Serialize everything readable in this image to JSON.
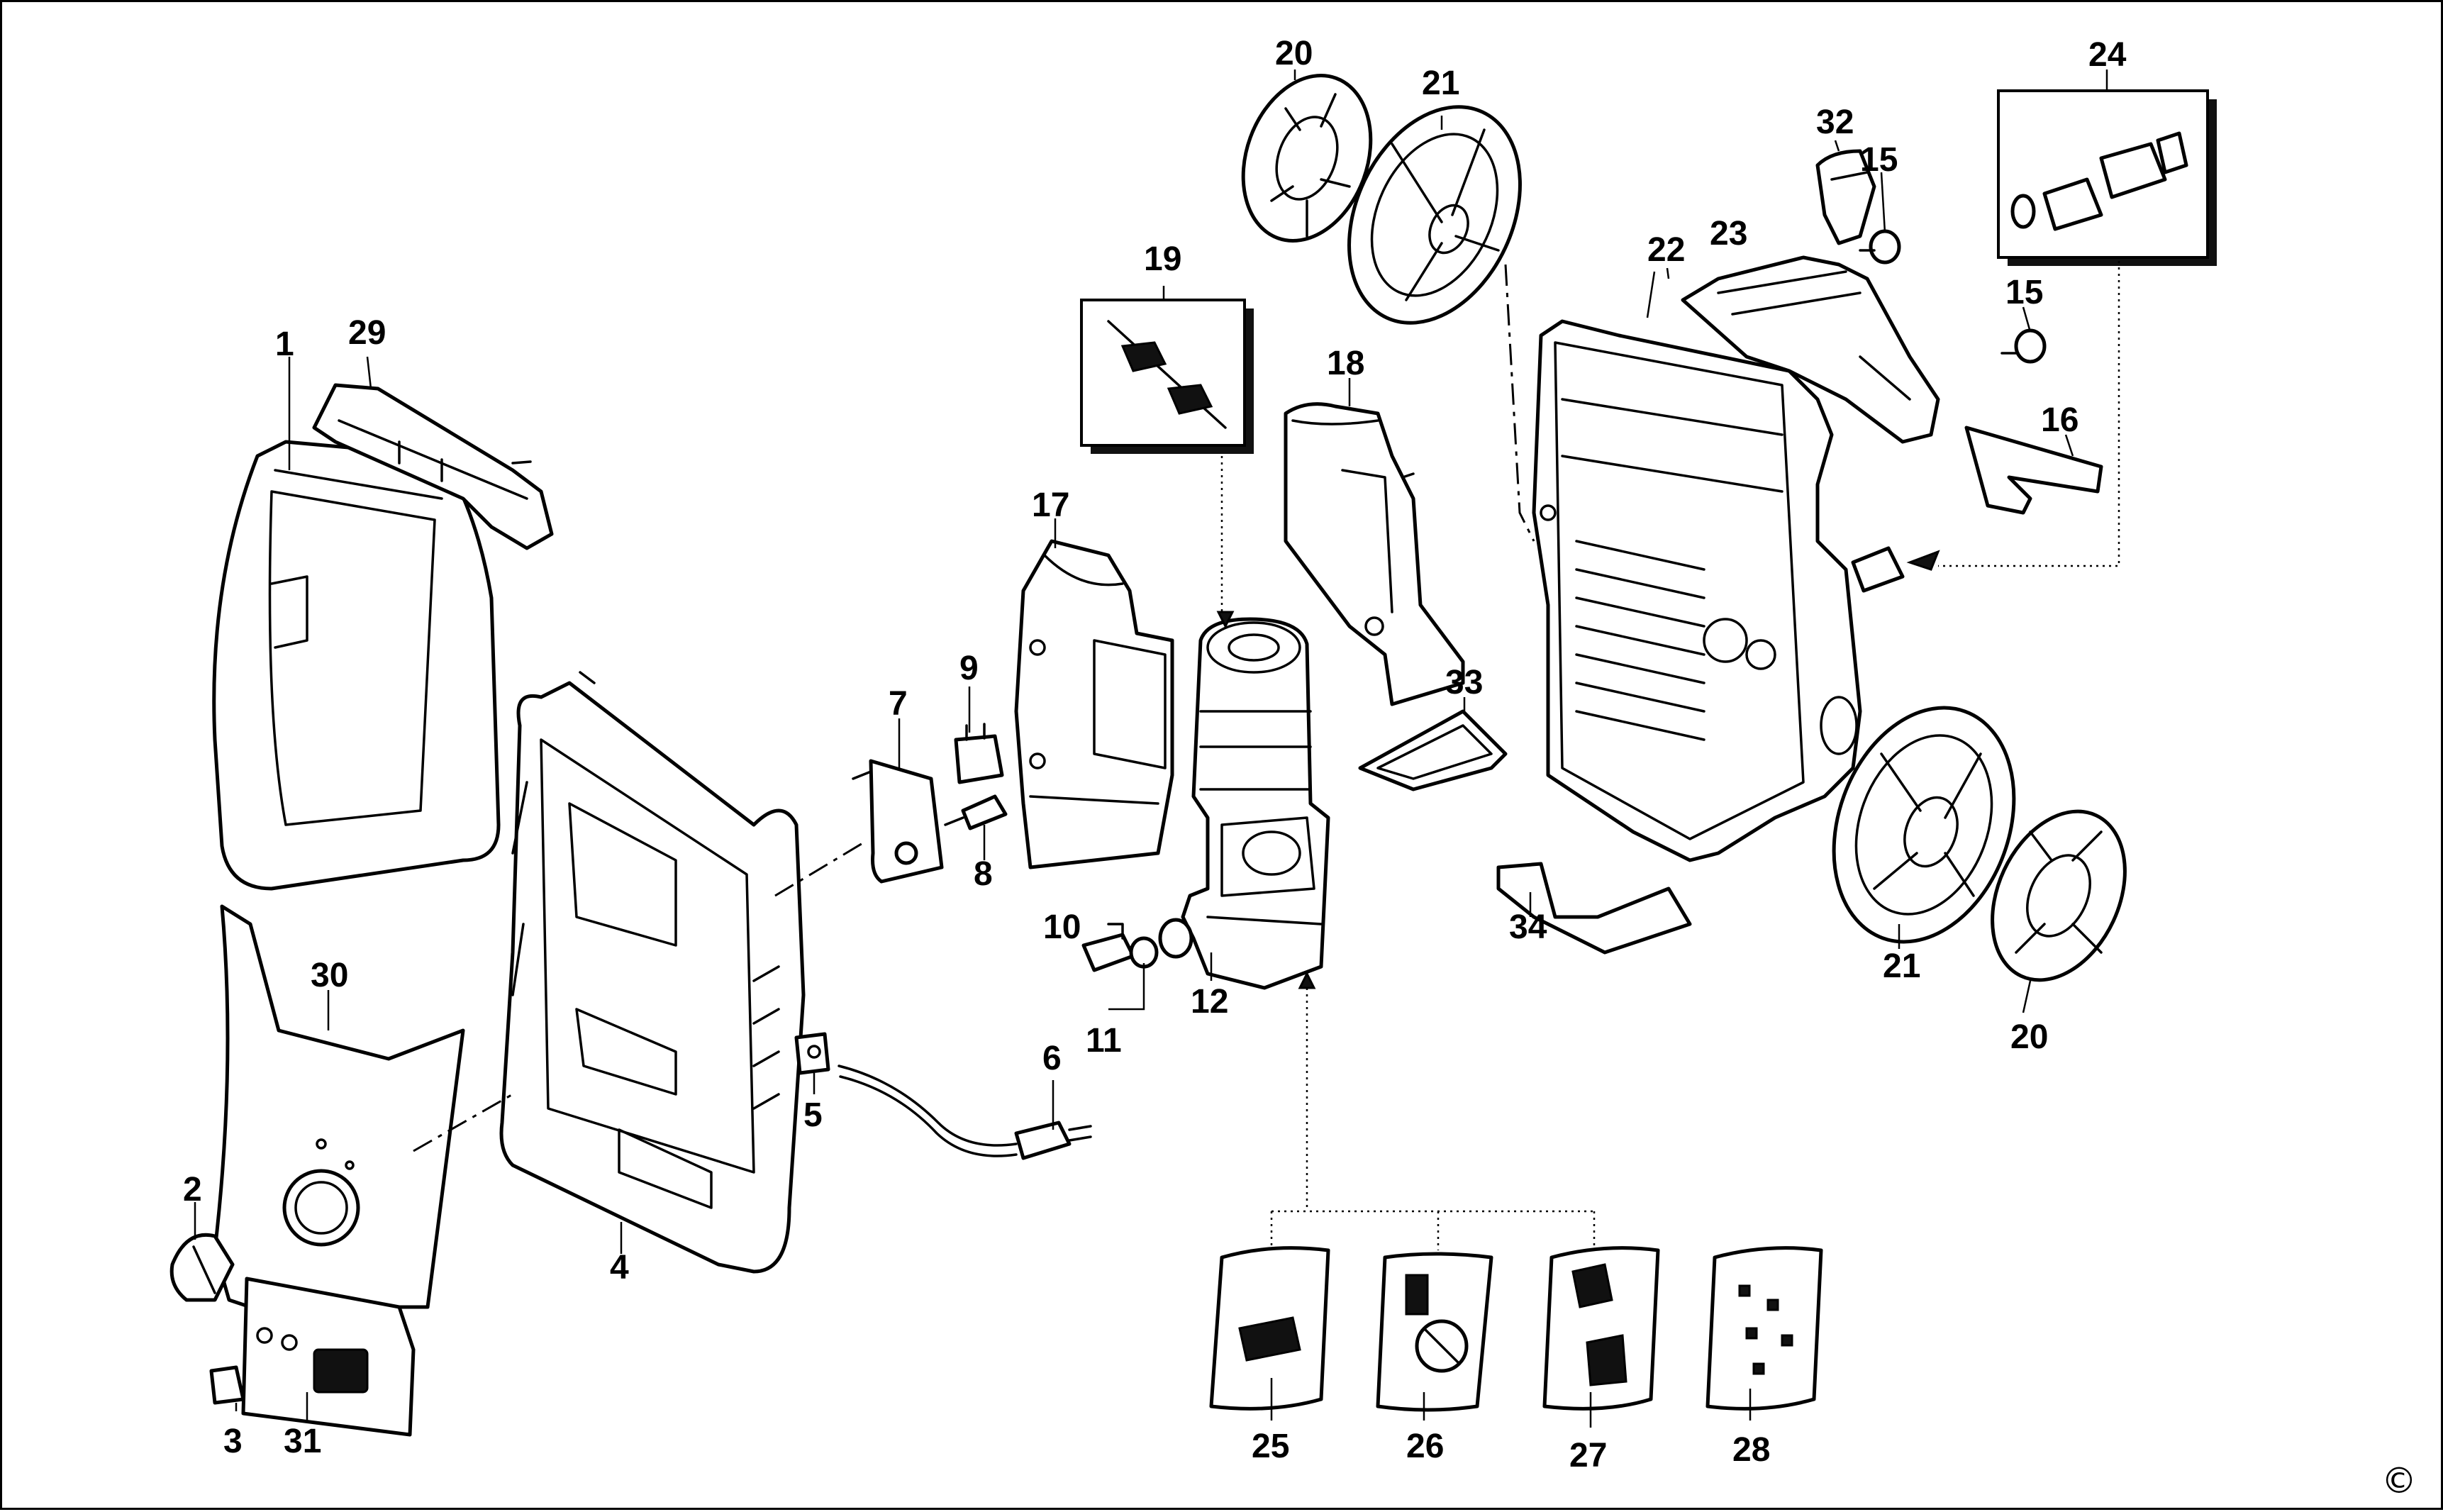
{
  "diagram": {
    "callouts": [
      "1",
      "2",
      "3",
      "4",
      "5",
      "6",
      "7",
      "8",
      "9",
      "10",
      "11",
      "12",
      "15",
      "15",
      "16",
      "17",
      "18",
      "19",
      "20",
      "20",
      "21",
      "21",
      "22",
      "23",
      "24",
      "25",
      "26",
      "27",
      "28",
      "29",
      "30",
      "31",
      "32",
      "33",
      "34"
    ],
    "copyright": "©"
  }
}
